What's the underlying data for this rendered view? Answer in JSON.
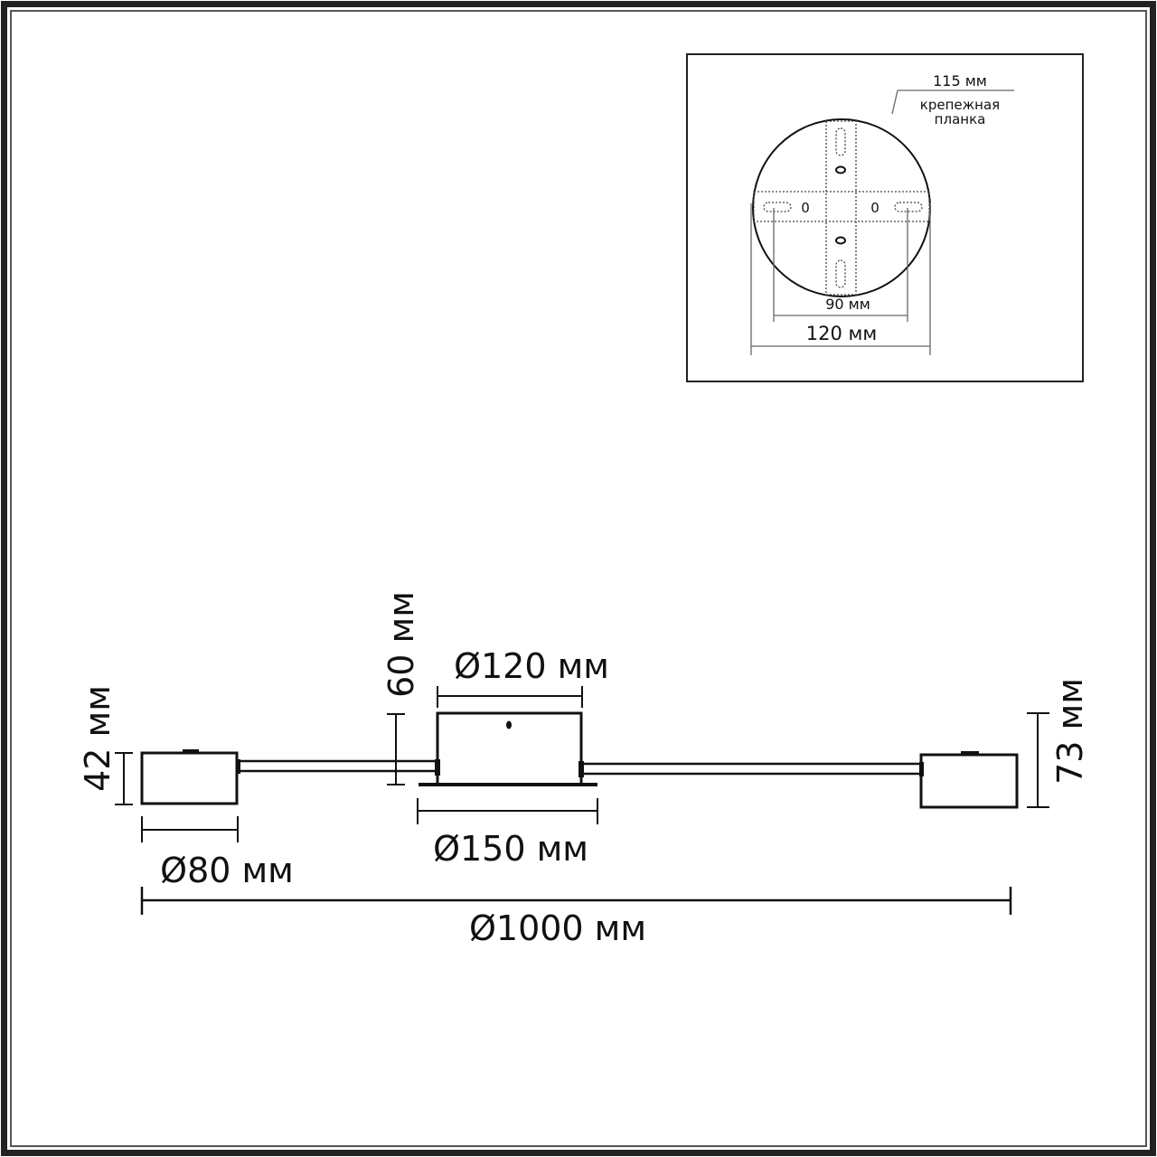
{
  "inset": {
    "plate_dimension": "115 мм",
    "plate_label_line1": "крепежная",
    "plate_label_line2": "планка",
    "hole_mark_left": "0",
    "hole_mark_right": "0",
    "inner_spacing": "90 мм",
    "base_diameter": "120 мм"
  },
  "main": {
    "cup_height": "60 мм",
    "cup_diameter": "Ø120 мм",
    "canopy_diameter": "Ø150 мм",
    "left_shade_height": "42 мм",
    "left_shade_diameter": "Ø80 мм",
    "right_shade_height": "73 мм",
    "overall_length": "Ø1000 мм"
  },
  "colors": {
    "line": "#111111",
    "frame": "#222222",
    "dashed": "#444444",
    "dim_line_light": "#666666"
  }
}
